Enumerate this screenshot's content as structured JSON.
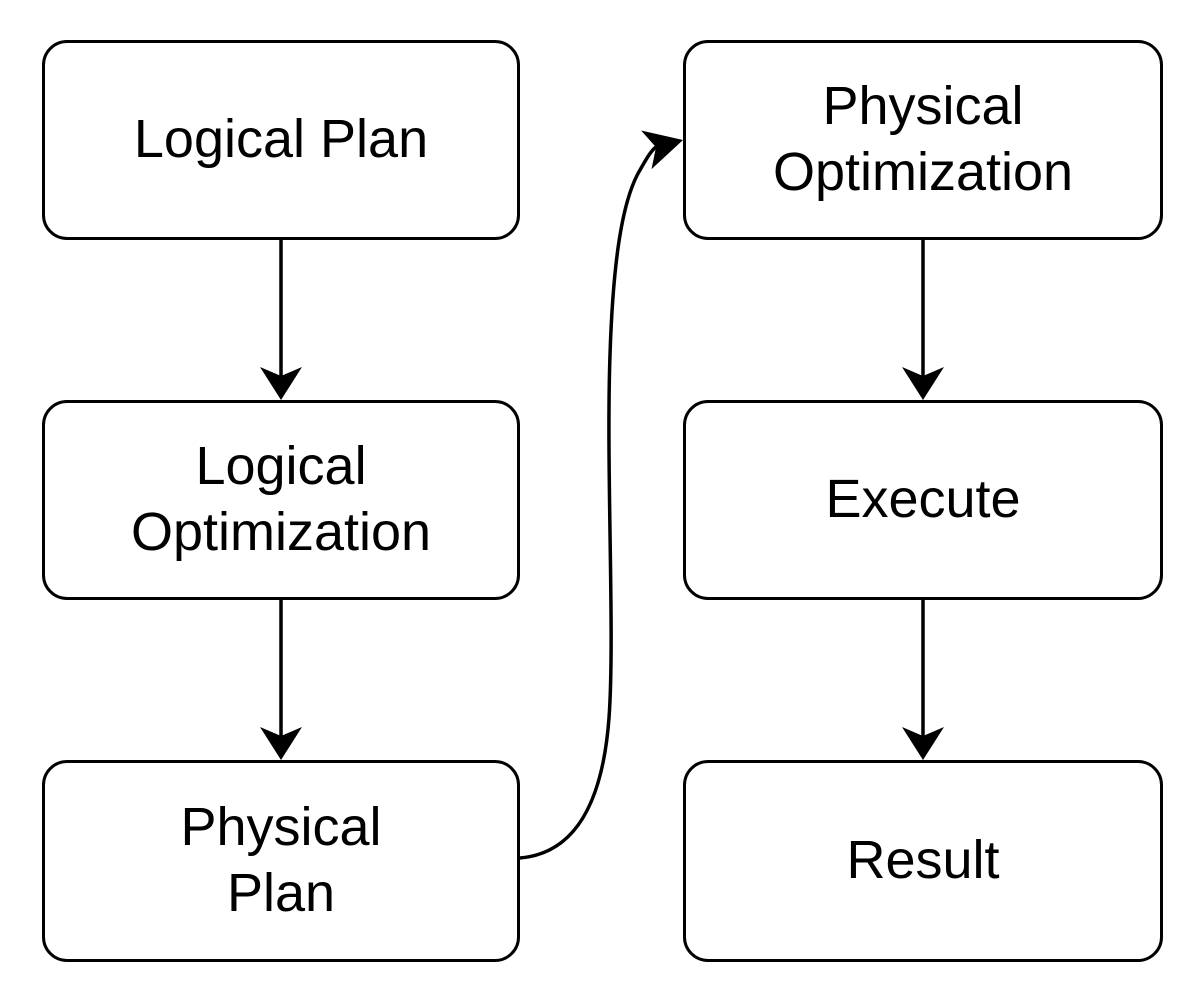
{
  "diagram": {
    "type": "flowchart",
    "background_color": "#ffffff",
    "node_fill_color": "#ffffff",
    "node_border_color": "#000000",
    "text_color": "#000000",
    "nodes": {
      "logical_plan": {
        "label": "Logical Plan"
      },
      "logical_optimization": {
        "label": "Logical\nOptimization"
      },
      "physical_plan": {
        "label": "Physical\nPlan"
      },
      "physical_optimization": {
        "label": "Physical\nOptimization"
      },
      "execute": {
        "label": "Execute"
      },
      "result": {
        "label": "Result"
      }
    },
    "edges": [
      {
        "from": "Logical Plan",
        "to": "Logical Optimization",
        "shape": "straight",
        "direction": "down"
      },
      {
        "from": "Logical Optimization",
        "to": "Physical Plan",
        "shape": "straight",
        "direction": "down"
      },
      {
        "from": "Physical Plan",
        "to": "Physical Optimization",
        "shape": "curved",
        "direction": "up-right"
      },
      {
        "from": "Physical Optimization",
        "to": "Execute",
        "shape": "straight",
        "direction": "down"
      },
      {
        "from": "Execute",
        "to": "Result",
        "shape": "straight",
        "direction": "down"
      }
    ]
  }
}
